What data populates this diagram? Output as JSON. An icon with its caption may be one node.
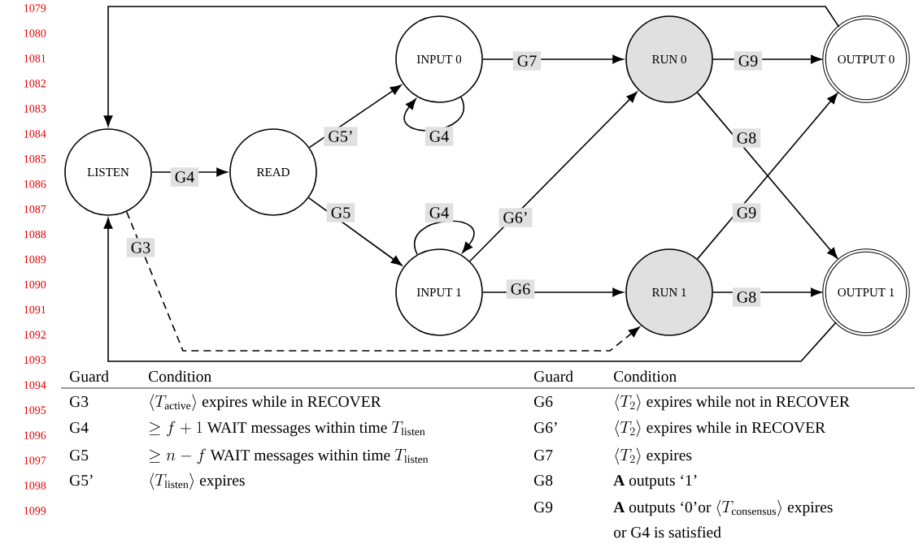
{
  "diagram": {
    "nodes": [
      {
        "text": [
          "LISTEN"
        ]
      },
      {
        "text": [
          "READ"
        ]
      },
      {
        "text": [
          "INPUT 0"
        ]
      },
      {
        "text": [
          "INPUT 1"
        ]
      },
      {
        "text": [
          "RUN 0"
        ]
      },
      {
        "text": [
          "RUN 1"
        ]
      },
      {
        "text": [
          "OUTPUT 0"
        ]
      },
      {
        "text": [
          "OUTPUT 1"
        ]
      }
    ],
    "edges": [
      {
        "from": 0,
        "to": 1,
        "arrow": "to",
        "label": "G4"
      },
      {
        "from": 1,
        "to": 2,
        "arrow": "to",
        "label": "G5’"
      },
      {
        "from": 1,
        "to": 3,
        "arrow": "to",
        "label": "G5"
      },
      {
        "from": 2,
        "to": 2,
        "arrow": "to",
        "label": "G4"
      },
      {
        "from": 3,
        "to": 3,
        "arrow": "to",
        "label": "G4"
      },
      {
        "from": 2,
        "to": 4,
        "arrow": "to",
        "label": "G7"
      },
      {
        "from": 3,
        "to": 5,
        "arrow": "to",
        "label": "G6"
      },
      {
        "from": 3,
        "to": 4,
        "arrow": "to",
        "label": "G6’"
      },
      {
        "from": 4,
        "to": 6,
        "arrow": "to",
        "label": "G9"
      },
      {
        "from": 4,
        "to": 7,
        "arrow": "to",
        "label": "G8"
      },
      {
        "from": 5,
        "to": 6,
        "arrow": "to",
        "label": "G9"
      },
      {
        "from": 5,
        "to": 7,
        "arrow": "to",
        "label": "G8"
      },
      {
        "from": 6,
        "to": 0,
        "arrow": "to"
      },
      {
        "from": 7,
        "to": 0,
        "arrow": "to"
      },
      {
        "from": 0,
        "to": 5,
        "arrow": "to",
        "label": "G3",
        "style": "dashed"
      }
    ],
    "labels": [
      "1079",
      "1080",
      "1081",
      "1082",
      "1083",
      "1084",
      "1085",
      "1086",
      "1087",
      "1088",
      "1089",
      "1090",
      "1091",
      "1092",
      "1093",
      "1094",
      "1095",
      "1096",
      "1097",
      "1098",
      "1099",
      "Guard",
      "Condition",
      "G3",
      "\\langle T_{\\mathrm{active}}\\rangle\\text{ expires while in RECOVER}",
      "G4",
      "\\geq f+1\\text{ WAIT messages within time }T_{\\mathrm{listen}}",
      "G5",
      "\\geq n-f\\text{ WAIT messages within time }T_{\\mathrm{listen}}",
      "G5’",
      "\\langle T_{\\mathrm{listen}}\\rangle\\text{ expires}",
      "Guard",
      "Condition",
      "G6",
      "\\langle T_{2}\\rangle\\text{ expires while not in RECOVER}",
      "G6’",
      "\\langle T_{2}\\rangle\\text{ expires while in RECOVER}",
      "G7",
      "\\langle T_{2}\\rangle\\text{ expires}",
      "G8",
      "**A** outputs ‘1’",
      "G9",
      "\\begin{array}[t]{@{}l@{}}\\mathbf{A}\\text{ outputs ‘0’or }\\langle T_{\\mathrm{consensus}}\\rangle\\text{ expires}\\\\ \\text{or G4 is satisfied}\\end{array}"
    ]
  }
}
